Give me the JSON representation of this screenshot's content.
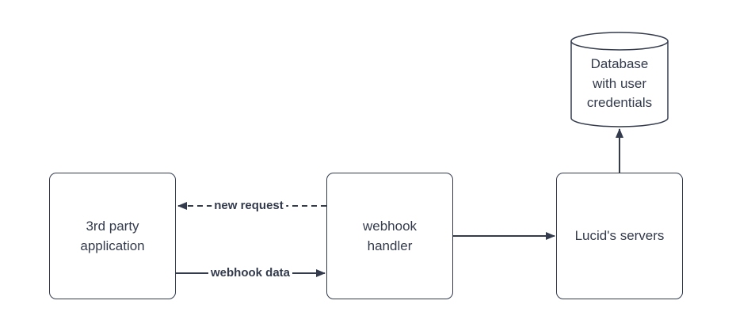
{
  "canvas": {
    "background": "#ffffff",
    "stroke_color": "#333b4d",
    "text_color": "#333b4d"
  },
  "nodes": [
    {
      "id": "third-party-application",
      "shape": "rectangle",
      "label": "3rd party\napplication"
    },
    {
      "id": "webhook-handler",
      "shape": "rectangle",
      "label": "webhook\nhandler"
    },
    {
      "id": "lucids-servers",
      "shape": "rectangle",
      "label": "Lucid's servers"
    },
    {
      "id": "database",
      "shape": "cylinder",
      "label": "Database\nwith user\ncredentials"
    }
  ],
  "edges": [
    {
      "id": "new-request",
      "from": "webhook-handler",
      "to": "third-party-application",
      "style": "dashed",
      "label": "new request"
    },
    {
      "id": "webhook-data",
      "from": "third-party-application",
      "to": "webhook-handler",
      "style": "solid",
      "label": "webhook data"
    },
    {
      "id": "handler-to-servers",
      "from": "webhook-handler",
      "to": "lucids-servers",
      "style": "solid",
      "label": ""
    },
    {
      "id": "servers-to-database",
      "from": "lucids-servers",
      "to": "database",
      "style": "solid",
      "label": ""
    }
  ]
}
